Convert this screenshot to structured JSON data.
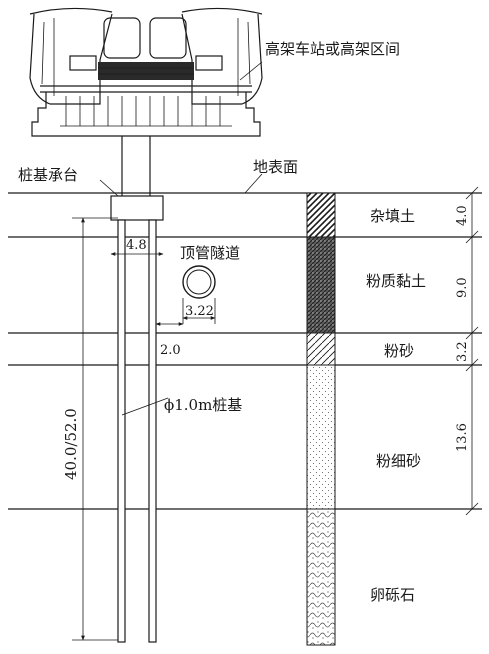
{
  "labels": {
    "station": "高架车站或高架区间",
    "pile_cap": "桩基承台",
    "ground_surface": "地表面",
    "cap_width": "4.8",
    "tunnel": "顶管隧道",
    "tunnel_diameter": "3.22",
    "clearance": "2.0",
    "pile_spec": "ϕ1.0m桩基",
    "pile_length": "40.0/52.0"
  },
  "strata": [
    {
      "name": "杂填土",
      "thickness": "4.0"
    },
    {
      "name": "粉质黏土",
      "thickness": "9.0"
    },
    {
      "name": "粉砂",
      "thickness": "3.2"
    },
    {
      "name": "粉细砂",
      "thickness": "13.6"
    },
    {
      "name": "卵砾石",
      "thickness": ""
    }
  ]
}
